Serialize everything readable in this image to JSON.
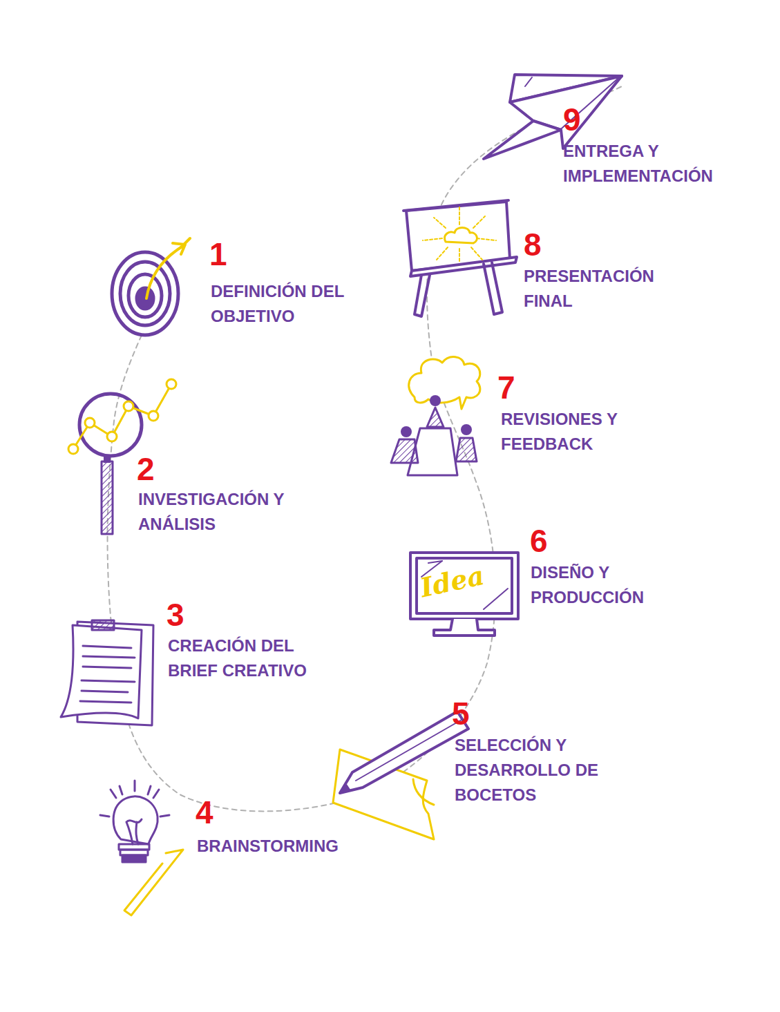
{
  "diagram": {
    "labels": [
      "1",
      "DEFINICIÓN DEL OBJETIVO",
      "2",
      "INVESTIGACIÓN Y ANÁLISIS",
      "3",
      "CREACIÓN DEL BRIEF CREATIVO",
      "4",
      "BRAINSTORMING",
      "5",
      "SELECCIÓN Y DESARROLLO DE BOCETOS",
      "6",
      "DISEÑO Y PRODUCCIÓN",
      "7",
      "REVISIONES Y FEEDBACK",
      "8",
      "PRESENTACIÓN FINAL",
      "9",
      "ENTREGA Y IMPLEMENTACIÓN",
      "Idea"
    ]
  }
}
